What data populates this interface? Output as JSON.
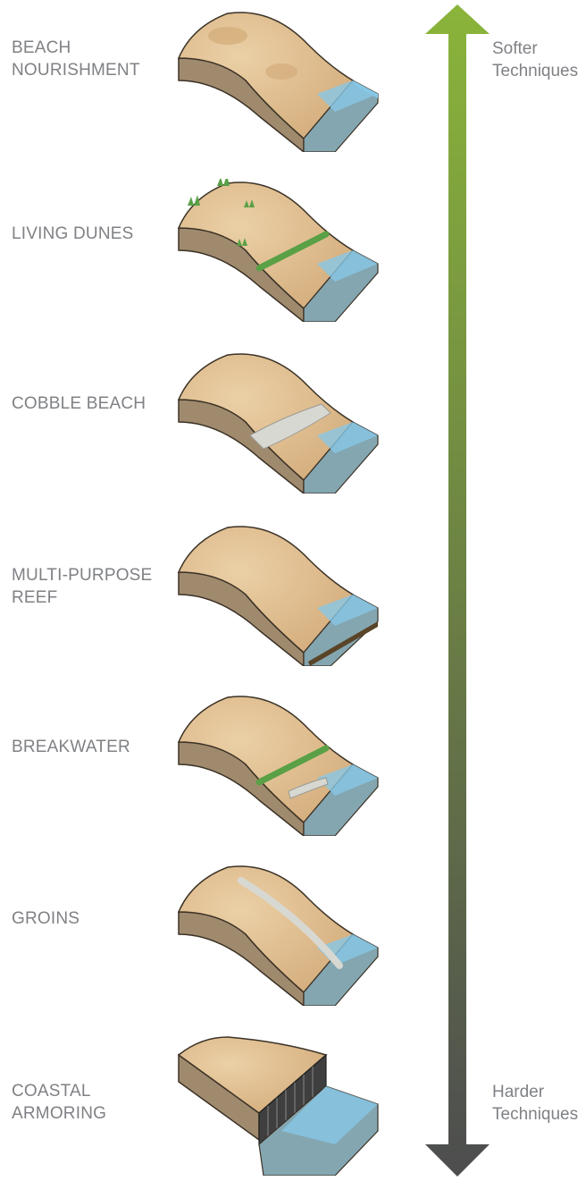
{
  "techniques": [
    {
      "label_line1": "BEACH",
      "label_line2": "NOURISHMENT",
      "variant": "nourishment"
    },
    {
      "label_line1": "LIVING DUNES",
      "label_line2": "",
      "variant": "dunes"
    },
    {
      "label_line1": "COBBLE BEACH",
      "label_line2": "",
      "variant": "cobble"
    },
    {
      "label_line1": "MULTI-PURPOSE",
      "label_line2": "REEF",
      "variant": "reef"
    },
    {
      "label_line1": "BREAKWATER",
      "label_line2": "",
      "variant": "breakwater"
    },
    {
      "label_line1": "GROINS",
      "label_line2": "",
      "variant": "groins"
    },
    {
      "label_line1": "COASTAL",
      "label_line2": "ARMORING",
      "variant": "armoring"
    }
  ],
  "scale": {
    "top_line1": "Softer",
    "top_line2": "Techniques",
    "bottom_line1": "Harder",
    "bottom_line2": "Techniques",
    "top_color": "#8ab43a",
    "bottom_color": "#4d4d4f"
  },
  "colors": {
    "sand": "#e1bf92",
    "soil": "#a08a6e",
    "water_top": "#87c7e6",
    "water_side": "#84a6b0",
    "vegetation": "#5aa046",
    "label": "#7f8185"
  }
}
